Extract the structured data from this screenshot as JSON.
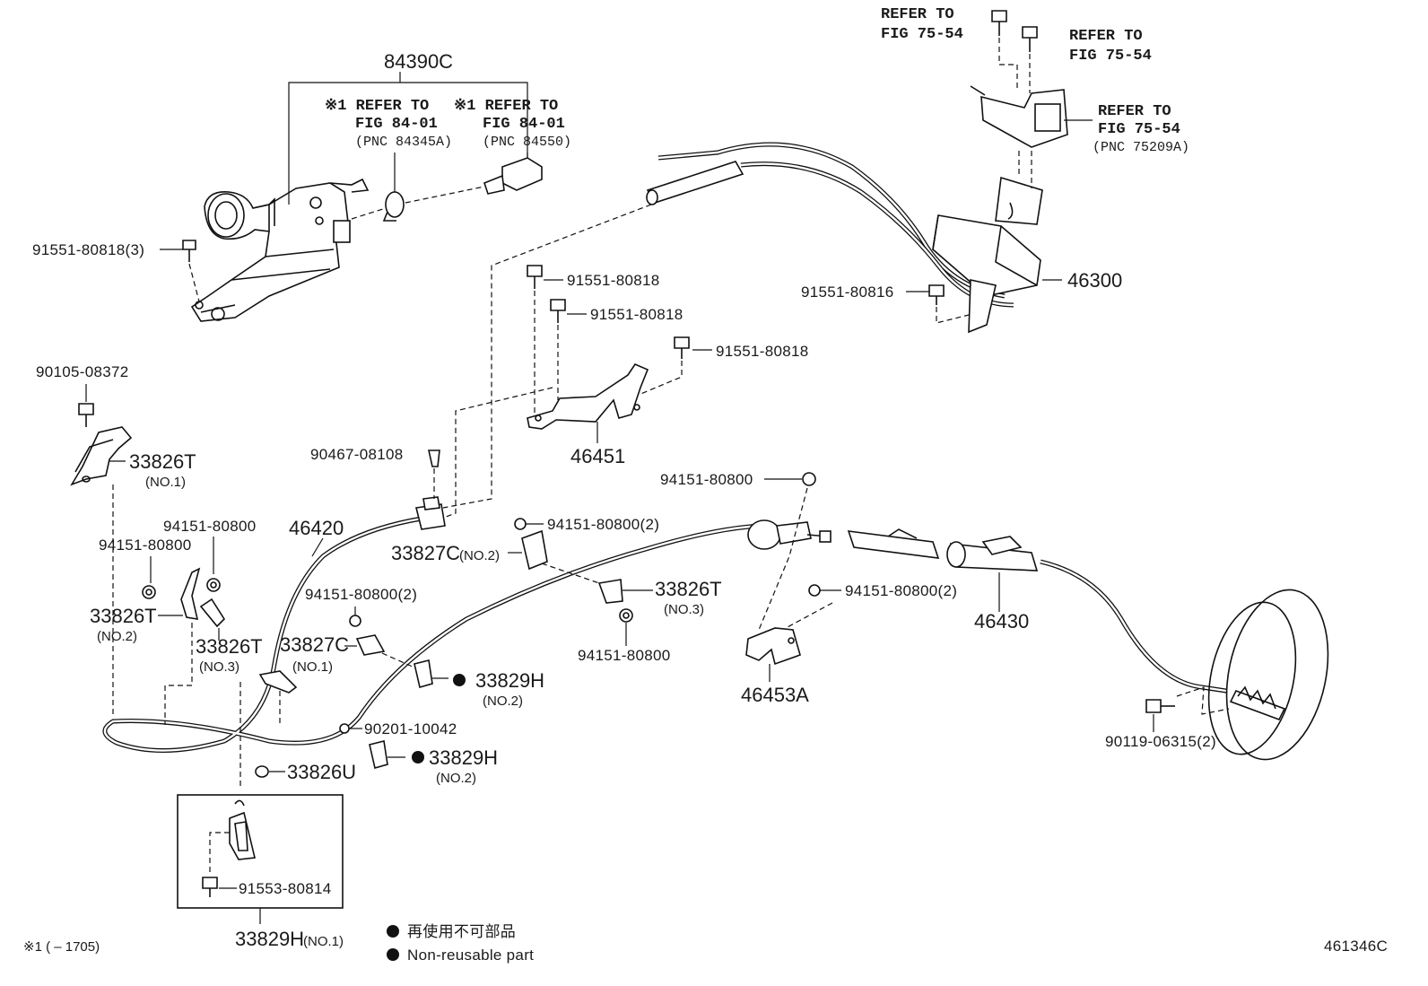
{
  "diagram": {
    "figure_code": "461346C",
    "footnote": "※1 (     – 1705)",
    "legend": {
      "jp": "再使用不可部品",
      "en": "Non-reusable part"
    },
    "refs": {
      "fig_7554_a": [
        "REFER TO",
        "FIG 75-54"
      ],
      "fig_7554_b": [
        "REFER TO",
        "FIG 75-54"
      ],
      "fig_7554_c": [
        "REFER TO",
        "FIG 75-54",
        "(PNC 75209A)"
      ],
      "fig_8401_a": [
        "※1 REFER TO",
        "FIG 84-01",
        "(PNC 84345A)"
      ],
      "fig_8401_b": [
        "※1 REFER TO",
        "FIG 84-01",
        "(PNC 84550)"
      ]
    },
    "labels": {
      "p84390C": "84390C",
      "p46300": "46300",
      "p46451": "46451",
      "p46420": "46420",
      "p46430": "46430",
      "p46453A": "46453A",
      "b91551_80818_3": "91551-80818(3)",
      "b91551_80818_a": "91551-80818",
      "b91551_80818_b": "91551-80818",
      "b91551_80818_c": "91551-80818",
      "b91551_80816": "91551-80816",
      "b90105_08372": "90105-08372",
      "b90467_08108": "90467-08108",
      "p33826T_1": "33826T",
      "p33826T_1_sub": "(NO.1)",
      "p33826T_2": "33826T",
      "p33826T_2_sub": "(NO.2)",
      "p33826T_3a": "33826T",
      "p33826T_3a_sub": "(NO.3)",
      "p33826T_3b": "33826T",
      "p33826T_3b_sub": "(NO.3)",
      "c94151_a": "94151-80800",
      "c94151_b": "94151-80800",
      "c94151_2a": "94151-80800(2)",
      "c94151_2b": "94151-80800(2)",
      "c94151_2c": "94151-80800(2)",
      "c94151_c": "94151-80800",
      "c94151_d": "94151-80800",
      "p33827C_2": "33827C",
      "p33827C_2_sub": "(NO.2)",
      "p33827C_1": "33827C",
      "p33827C_1_sub": "(NO.1)",
      "p33829H_2a": "33829H",
      "p33829H_2a_sub": "(NO.2)",
      "p33829H_2b": "33829H",
      "p33829H_2b_sub": "(NO.2)",
      "p33829H_1": "33829H",
      "p33829H_1_sub": "(NO.1)",
      "b90201_10042": "90201-10042",
      "p33826U": "33826U",
      "b91553_80814": "91553-80814",
      "b90119_06315_2": "90119-06315(2)"
    }
  }
}
